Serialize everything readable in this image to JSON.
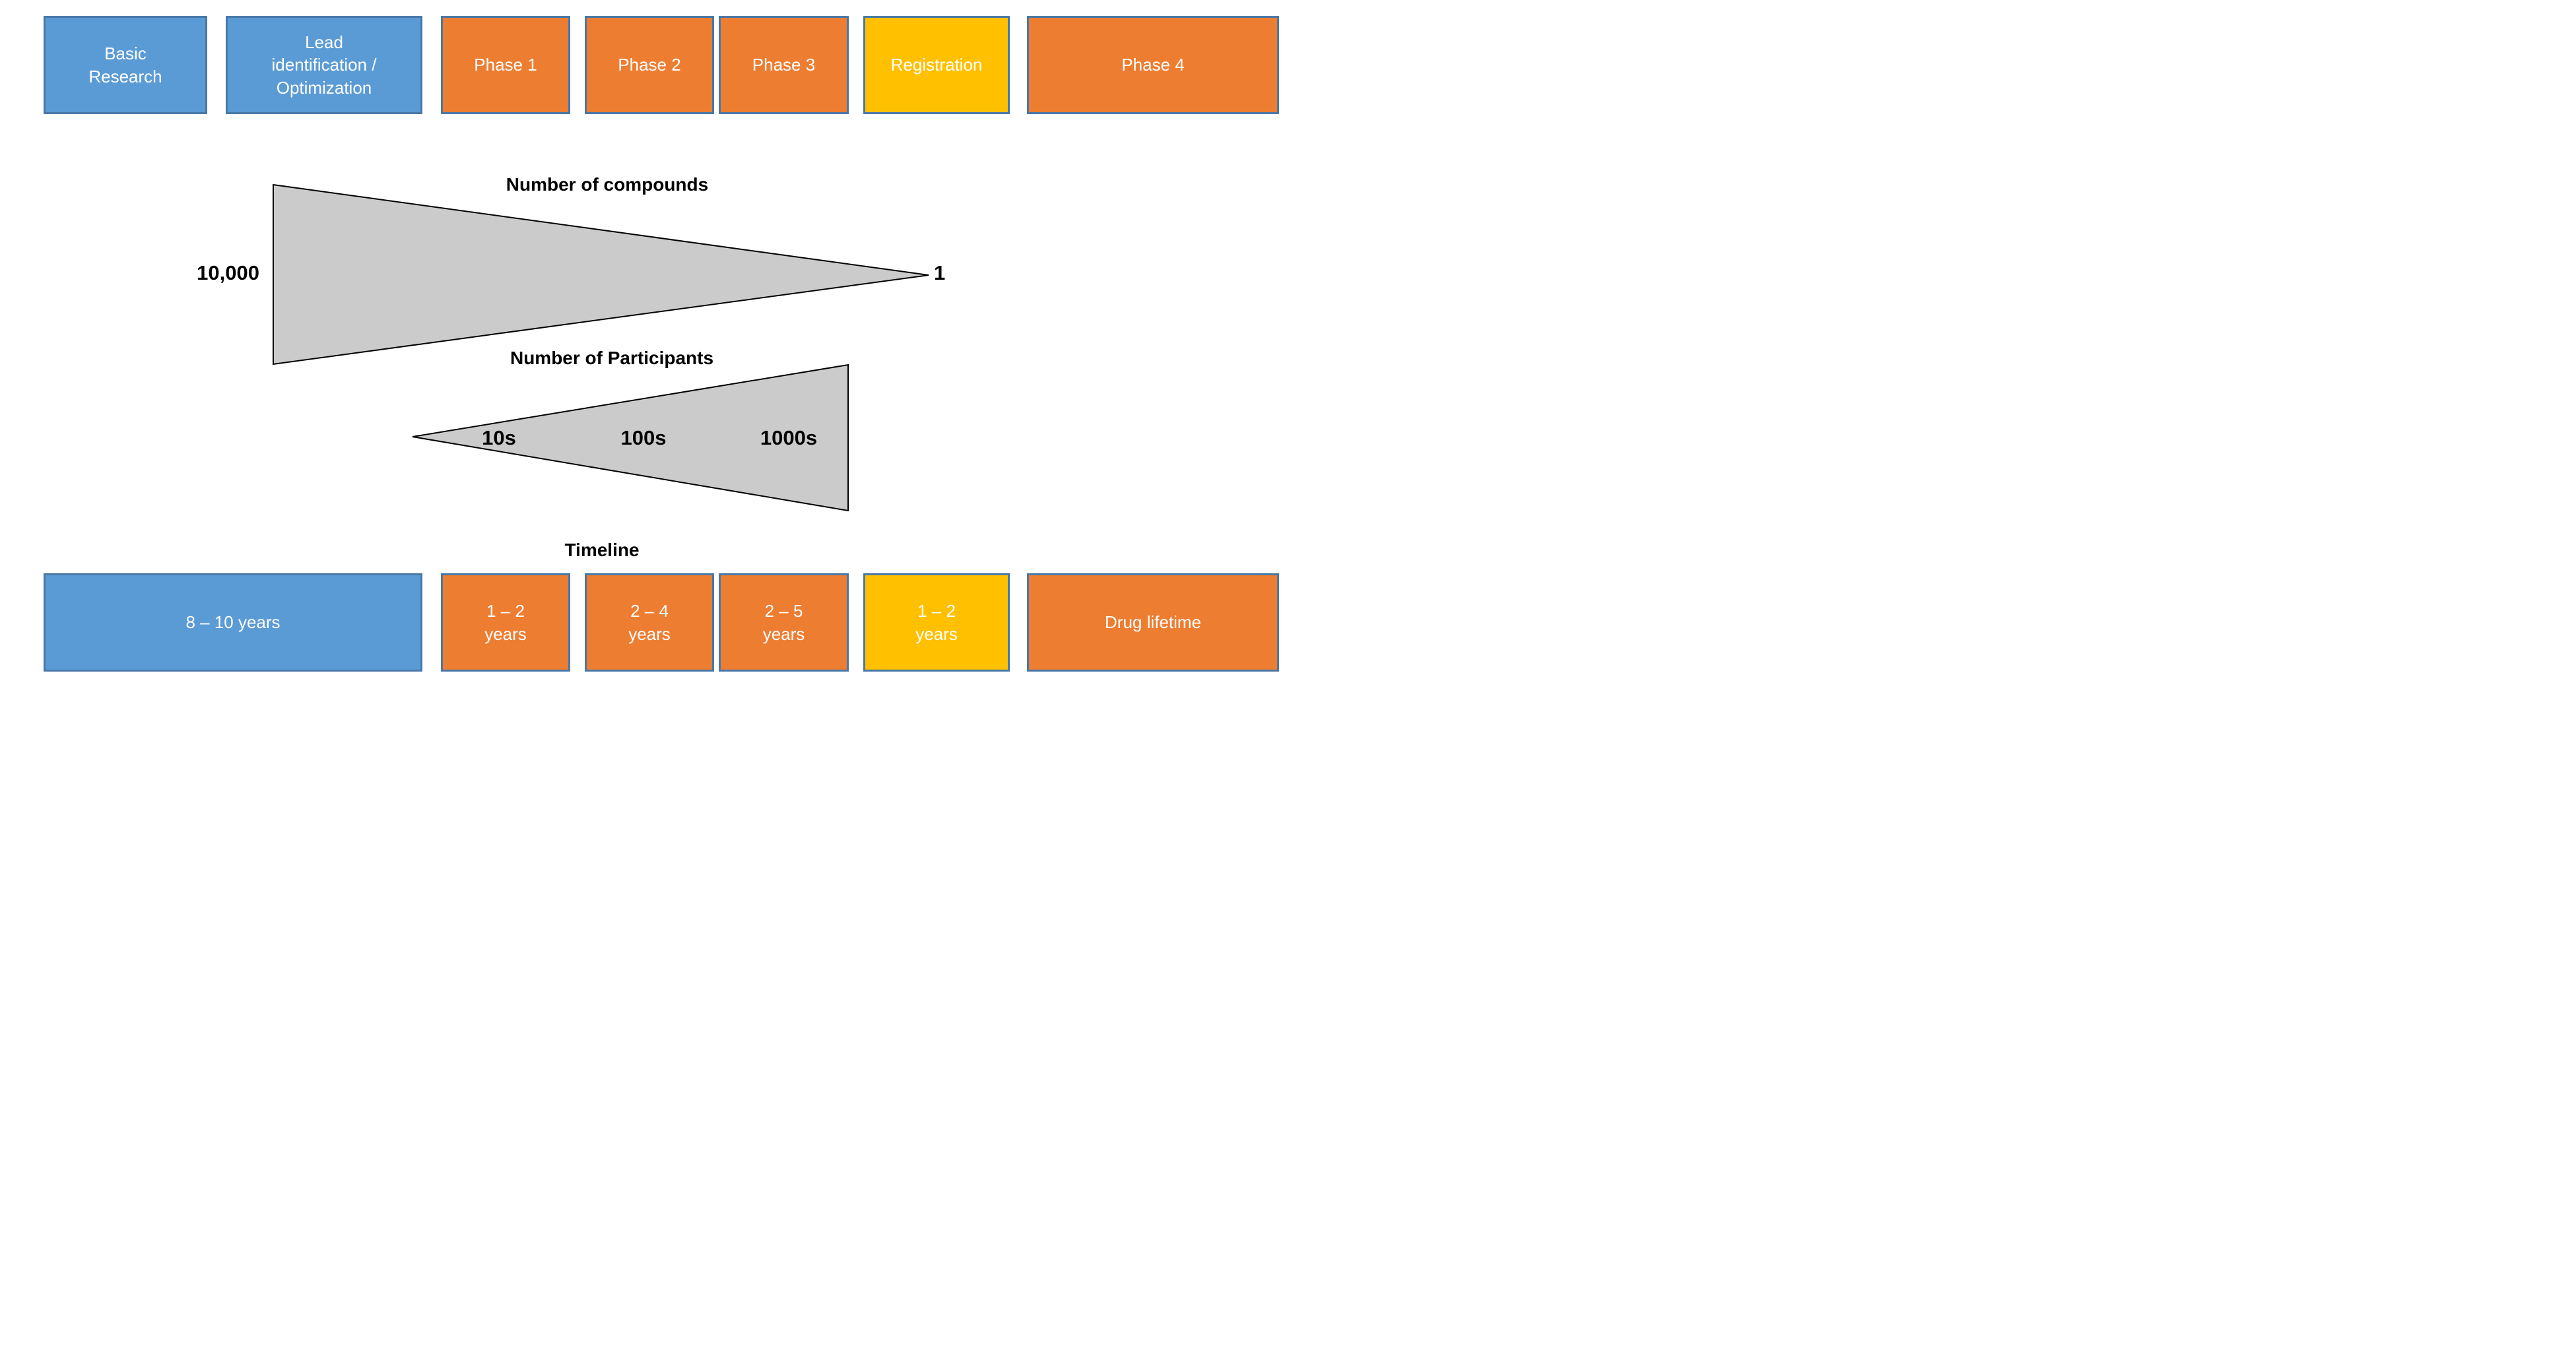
{
  "colors": {
    "blue": "#5B9BD5",
    "orange": "#ED7D31",
    "gold": "#FFC000",
    "box_border": "#4878A8",
    "funnel_fill": "#CBCBCB",
    "funnel_stroke": "#000000",
    "text_on_box": "#ffffff",
    "text_black": "#000000"
  },
  "top_row": [
    {
      "label": "Basic\nResearch",
      "color": "blue"
    },
    {
      "label": "Lead\nidentification /\nOptimization",
      "color": "blue"
    },
    {
      "label": "Phase 1",
      "color": "orange"
    },
    {
      "label": "Phase 2",
      "color": "orange"
    },
    {
      "label": "Phase 3",
      "color": "orange"
    },
    {
      "label": "Registration",
      "color": "gold"
    },
    {
      "label": "Phase 4",
      "color": "orange"
    }
  ],
  "compounds_funnel": {
    "title": "Number of compounds",
    "start_label": "10,000",
    "end_label": "1"
  },
  "participants_funnel": {
    "title": "Number of Participants",
    "labels": [
      "10s",
      "100s",
      "1000s"
    ]
  },
  "timeline": {
    "title": "Timeline",
    "items": [
      {
        "label": "8 – 10 years",
        "color": "blue"
      },
      {
        "label": "1 – 2\nyears",
        "color": "orange"
      },
      {
        "label": "2 – 4\nyears",
        "color": "orange"
      },
      {
        "label": "2 – 5\nyears",
        "color": "orange"
      },
      {
        "label": "1 – 2\nyears",
        "color": "gold"
      },
      {
        "label": "Drug lifetime",
        "color": "orange"
      }
    ]
  }
}
